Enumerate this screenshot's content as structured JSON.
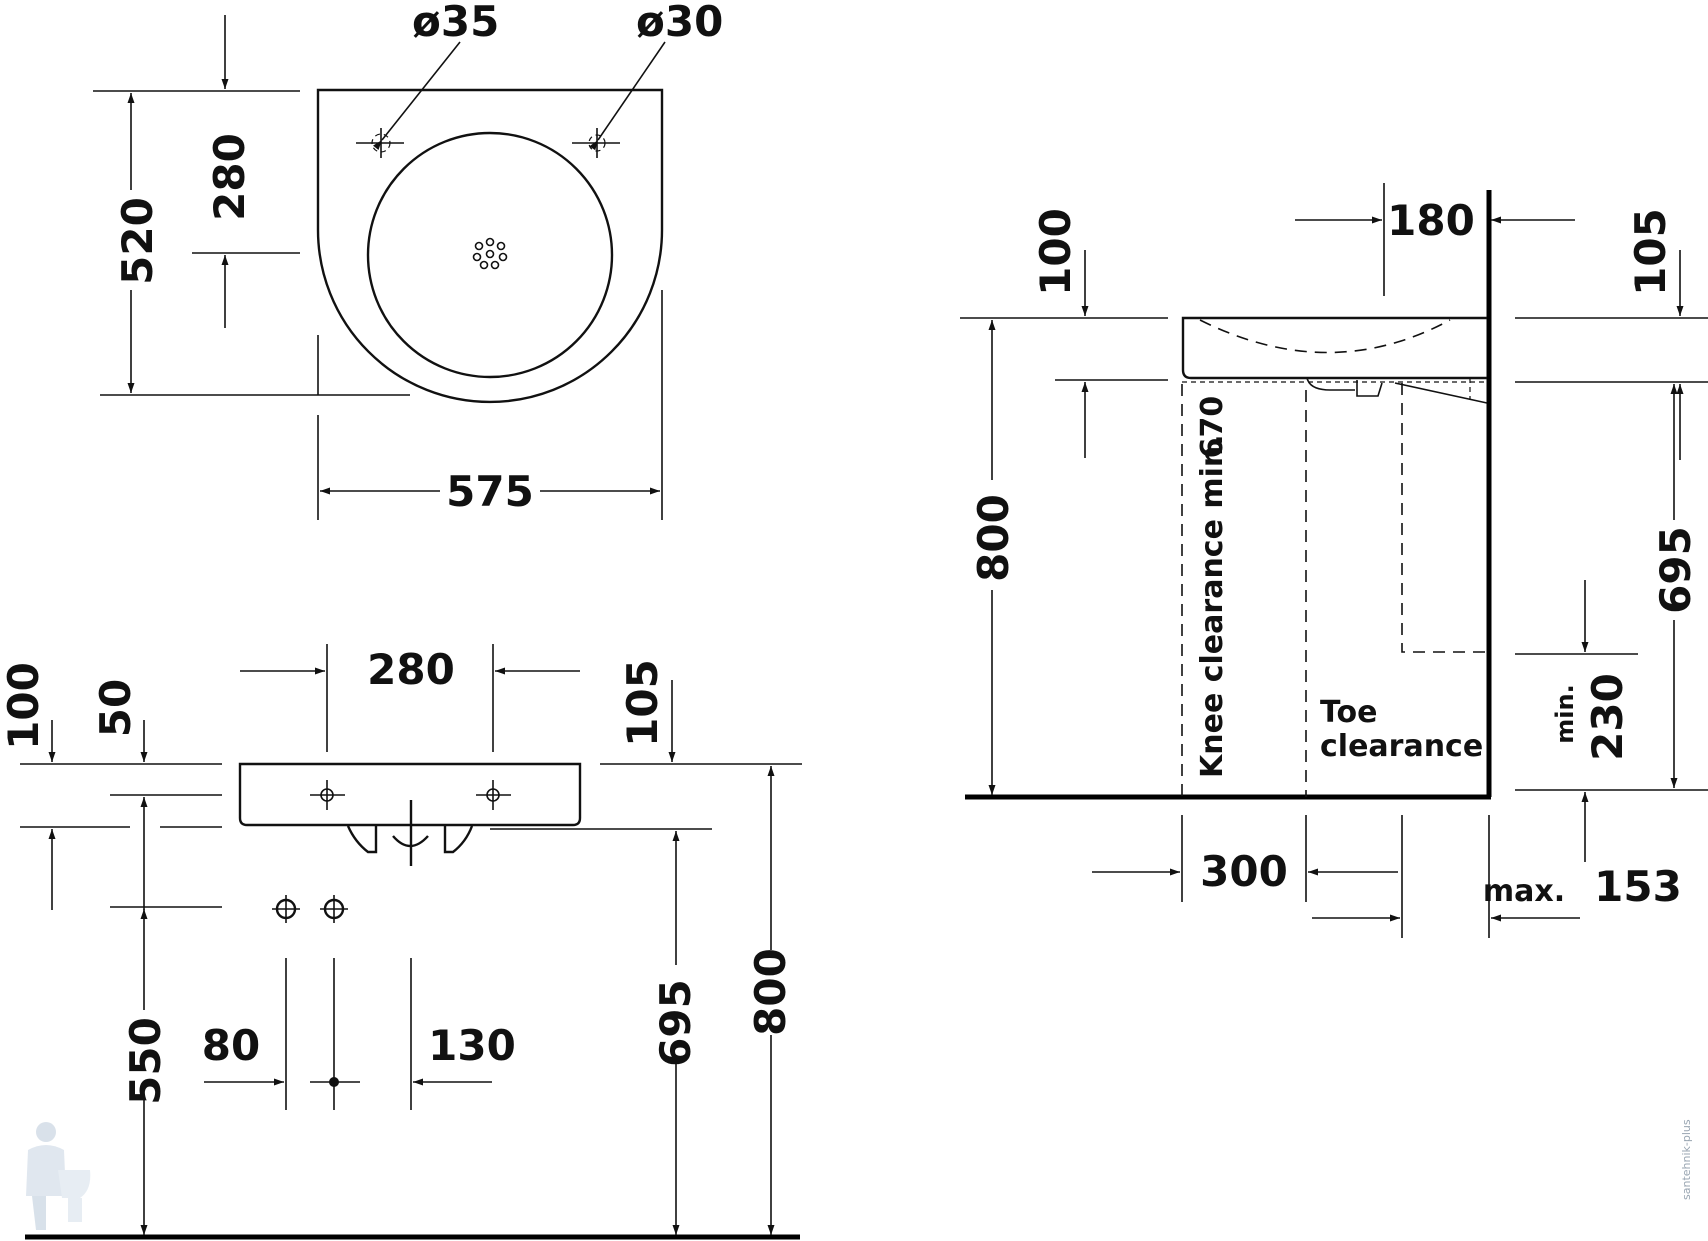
{
  "top_view": {
    "dim_hole_left": "ø35",
    "dim_hole_right": "ø30",
    "dim_height": "520",
    "dim_center": "280",
    "dim_width": "575"
  },
  "front_view": {
    "dim_tap_spacing": "280",
    "dim_top_left": "100",
    "dim_rim": "50",
    "dim_top_right": "105",
    "dim_supply": "550",
    "dim_80": "80",
    "dim_130": "130",
    "dim_695": "695",
    "dim_800": "800"
  },
  "side_view": {
    "dim_180": "180",
    "dim_100": "100",
    "dim_105": "105",
    "dim_670": "670",
    "knee_label": "Knee clearance min.",
    "dim_800": "800",
    "toe_label_1": "Toe",
    "toe_label_2": "clearance",
    "dim_695": "695",
    "min_label": "min.",
    "dim_230": "230",
    "dim_300": "300",
    "max_label": "max.",
    "dim_153": "153"
  },
  "watermark": "santehnik-plus"
}
